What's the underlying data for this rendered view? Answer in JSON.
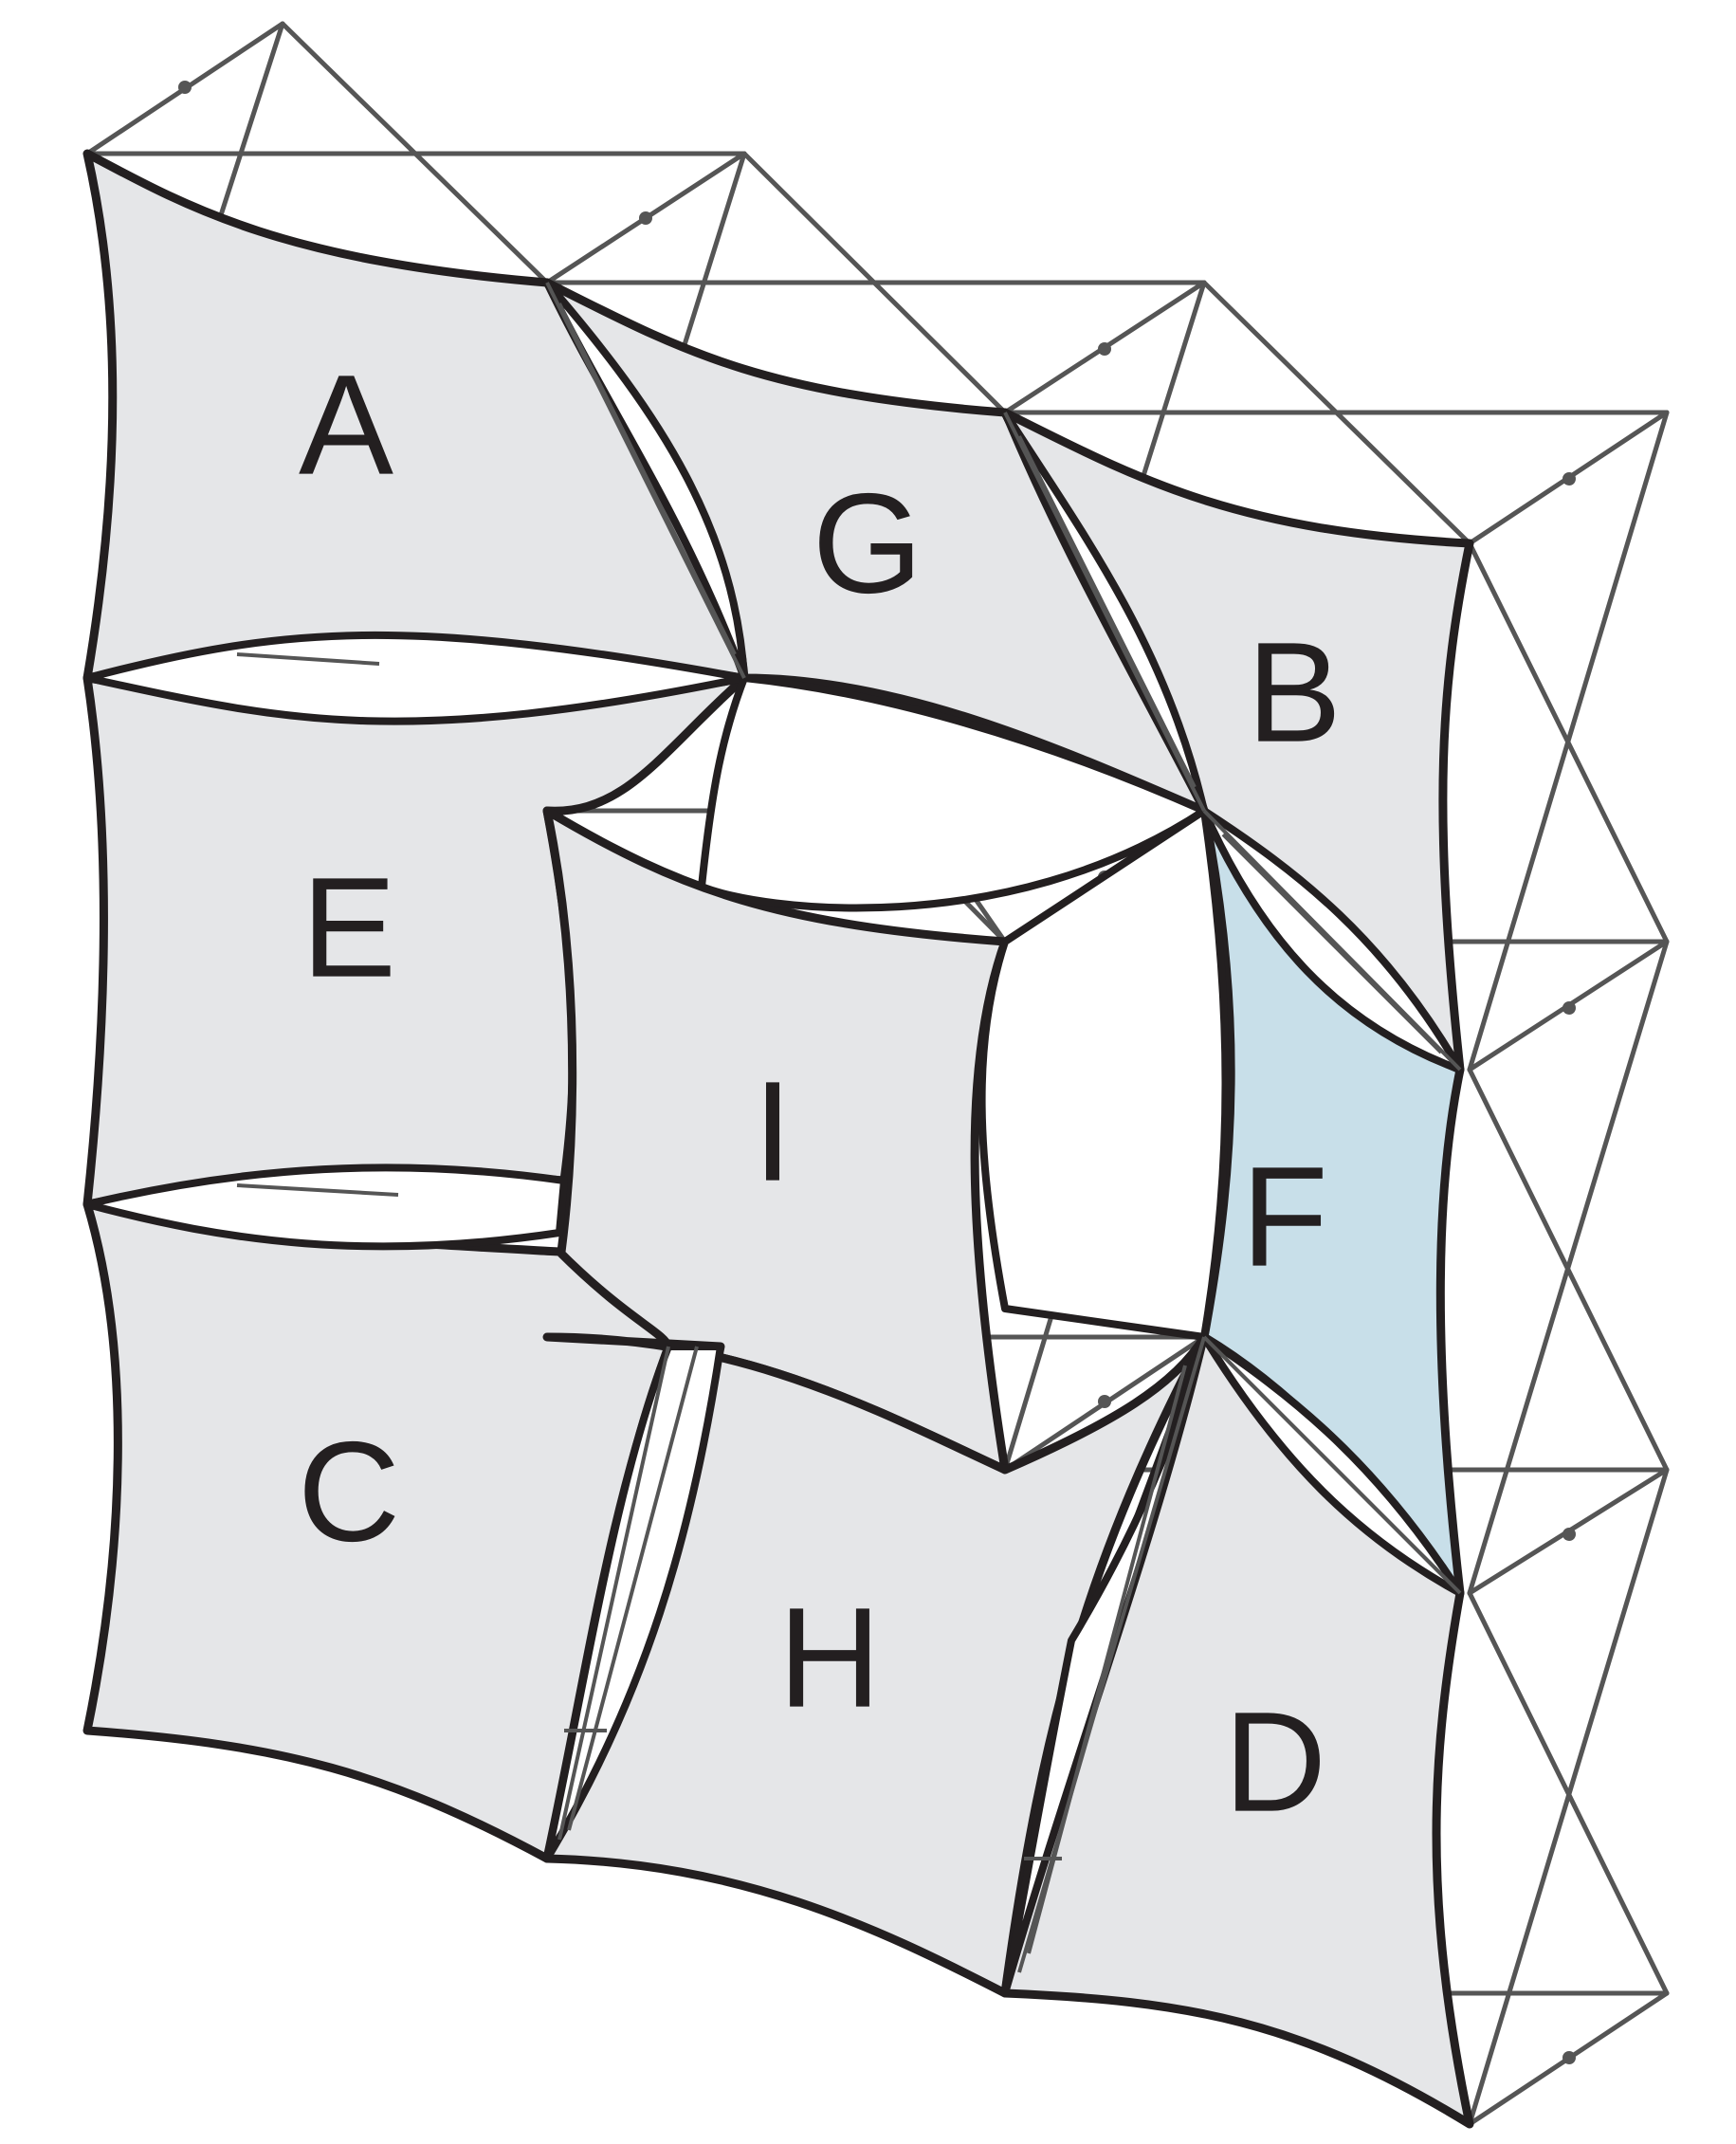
{
  "panels": {
    "A": "A",
    "G": "G",
    "B": "B",
    "E": "E",
    "I": "I",
    "F": "F",
    "C": "C",
    "H": "H",
    "D": "D"
  },
  "highlighted_panel": "F",
  "colors": {
    "panel_fill": "#e5e6e8",
    "highlight_fill": "#c8dfe9",
    "outline": "#231f20",
    "frame": "#555555"
  }
}
